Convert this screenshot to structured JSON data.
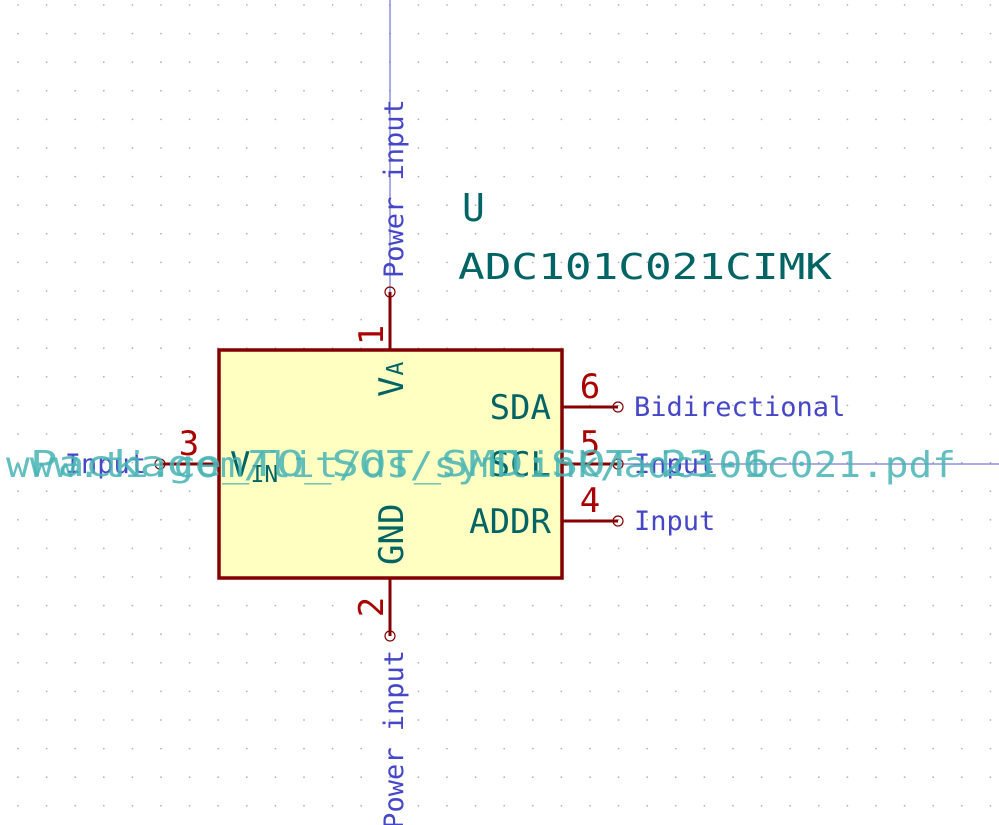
{
  "colors": {
    "background": "#ffffff",
    "grid_dot": "#b4b4b4",
    "crosshair": "#5a5ac8",
    "body_fill": "#ffffc2",
    "body_stroke": "#840000",
    "pin_line": "#840000",
    "pin_number": "#a90000",
    "pin_name": "#006464",
    "field_text": "#006464",
    "electrical_type": "#4646c8",
    "overlay_text": "#48b4b4"
  },
  "symbol": {
    "reference": "U",
    "value": "ADC101C021CIMK",
    "footprint": "Package_TO_SOT_SMD:SOT-23-6",
    "datasheet": "www.ti.com/lit/ds/symlink/adc101c021.pdf"
  },
  "pins": [
    {
      "number": "1",
      "name": "V",
      "name_subscript": "A",
      "type": "Power input",
      "side": "top"
    },
    {
      "number": "2",
      "name": "GND",
      "name_subscript": "",
      "type": "Power input",
      "side": "bottom"
    },
    {
      "number": "3",
      "name": "V",
      "name_subscript": "IN",
      "type": "Input",
      "side": "left"
    },
    {
      "number": "4",
      "name": "ADDR",
      "name_subscript": "",
      "type": "Input",
      "side": "right"
    },
    {
      "number": "5",
      "name": "SCL",
      "name_subscript": "",
      "type": "Input",
      "side": "right"
    },
    {
      "number": "6",
      "name": "SDA",
      "name_subscript": "",
      "type": "Bidirectional",
      "side": "right"
    }
  ]
}
